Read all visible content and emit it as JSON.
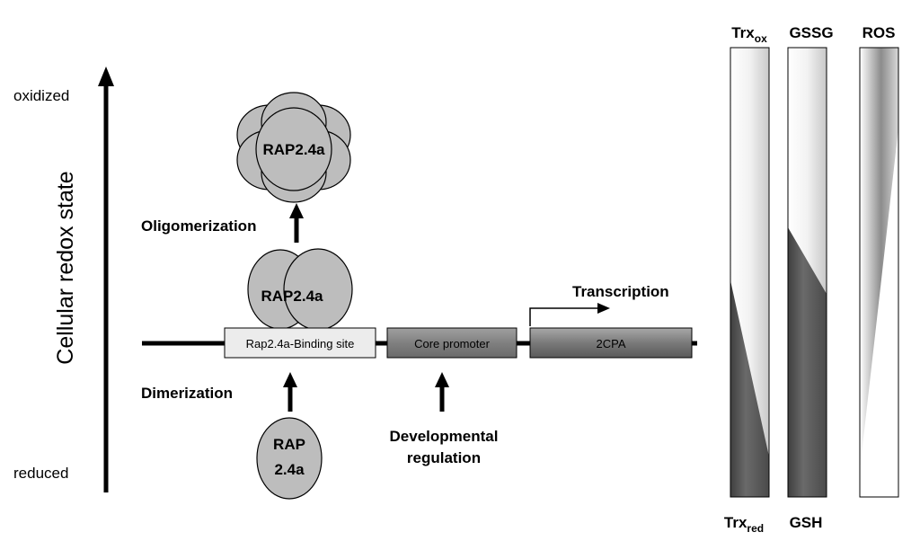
{
  "axis": {
    "label": "Cellular redox state",
    "top_label": "oxidized",
    "bottom_label": "reduced"
  },
  "proteins": {
    "oligomer_label": "RAP2.4a",
    "dimer_label": "RAP2.4a",
    "monomer_line1": "RAP",
    "monomer_line2": "2.4a"
  },
  "processes": {
    "oligomerization": "Oligomerization",
    "dimerization": "Dimerization",
    "transcription": "Transcription",
    "developmental_line1": "Developmental",
    "developmental_line2": "regulation"
  },
  "gene": {
    "binding_site": "Rap2.4a-Binding site",
    "core_promoter": "Core promoter",
    "gene_name": "2CPA"
  },
  "bars": {
    "trx": {
      "top_base": "Trx",
      "top_sub": "ox",
      "bottom_base": "Trx",
      "bottom_sub": "red"
    },
    "glutathione": {
      "top": "GSSG",
      "bottom": "GSH"
    },
    "ros": {
      "top": "ROS"
    }
  },
  "colors": {
    "protein_fill": "#bdbdbd",
    "box_light": "#ececec",
    "box_dark": "#7f7f7f",
    "bar_dark": "#595959",
    "bar_light": "#f2f2f2"
  }
}
